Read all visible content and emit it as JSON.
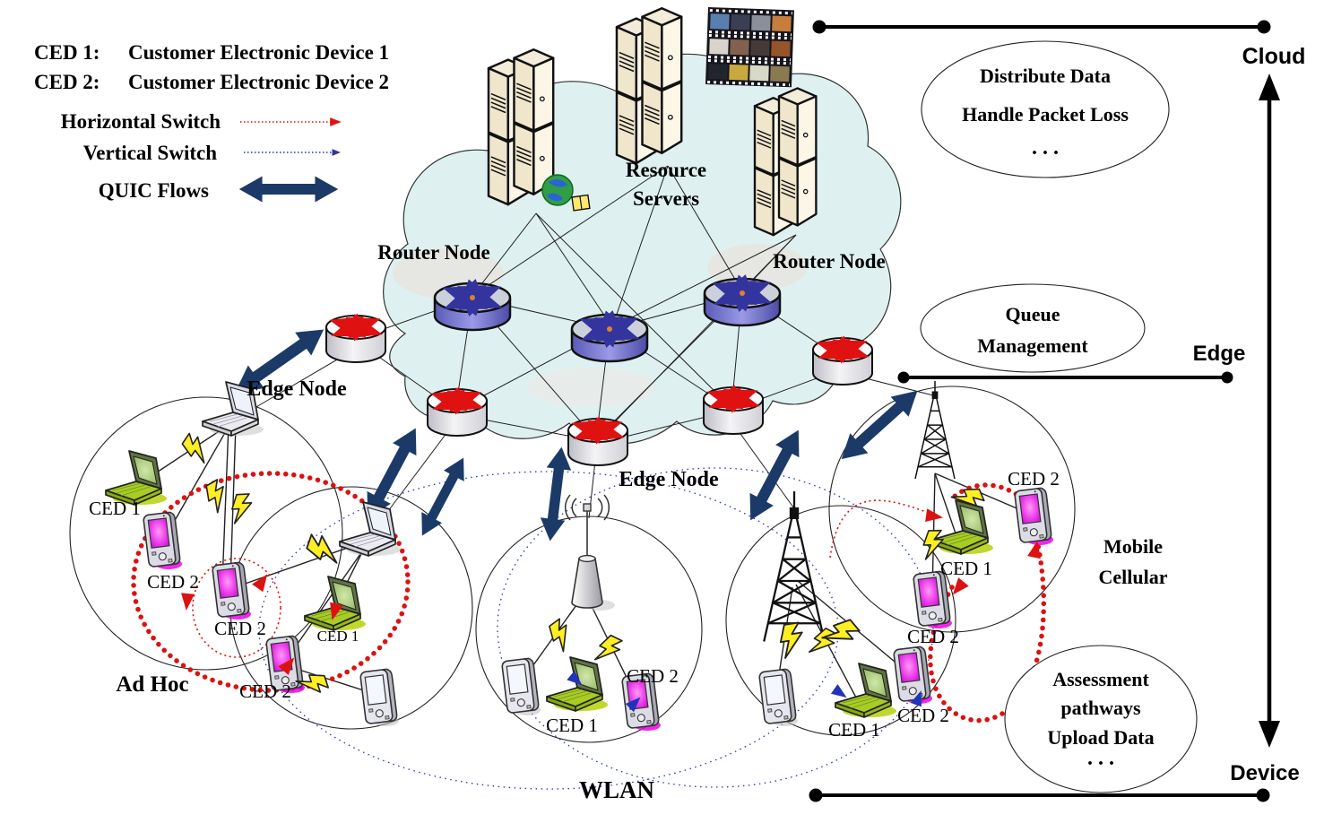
{
  "colors": {
    "quic_flow": "#1b3a68",
    "horizontal_switch": "#dd1111",
    "vertical_switch": "#2233bb",
    "cloud_fill": "#def1f0",
    "router_node_body": "#7a7ad2",
    "edge_router_arrows": "#e01111",
    "server_body": "#f3edd8",
    "ced1_device_color": "#a8cc22",
    "ced2_device_color": "#ee22ee",
    "lightning": "#ffee22"
  },
  "legend": {
    "ced1_term": "CED 1:",
    "ced1_definition": "Customer Electronic Device 1",
    "ced2_term": "CED 2:",
    "ced2_definition": "Customer Electronic Device 2",
    "horizontal_switch_label": "Horizontal Switch",
    "vertical_switch_label": "Vertical Switch",
    "quic_flows_label": "QUIC Flows"
  },
  "cloud_layer": {
    "resource_servers_line1": "Resource",
    "resource_servers_line2": "Servers",
    "router_node_left": "Router Node",
    "router_node_right": "Router Node"
  },
  "edge_layer": {
    "edge_node_left": "Edge Node",
    "edge_node_center": "Edge Node"
  },
  "annotations": {
    "cloud_tasks_line1": "Distribute Data",
    "cloud_tasks_line2": "Handle Packet Loss",
    "cloud_tasks_dots": ". . .",
    "edge_tasks_line1": "Queue",
    "edge_tasks_line2": "Management",
    "device_tasks_line1": "Assessment",
    "device_tasks_line2": "pathways",
    "device_tasks_line3": "Upload Data",
    "device_tasks_dots": ". . ."
  },
  "hierarchy": {
    "cloud": "Cloud",
    "edge": "Edge",
    "device": "Device"
  },
  "networks": {
    "adhoc_label": "Ad Hoc",
    "wlan_label": "WLAN",
    "cellular_label_line1": "Mobile",
    "cellular_label_line2": "Cellular"
  },
  "device_labels": {
    "ced1": "CED 1",
    "ced2": "CED 2"
  }
}
